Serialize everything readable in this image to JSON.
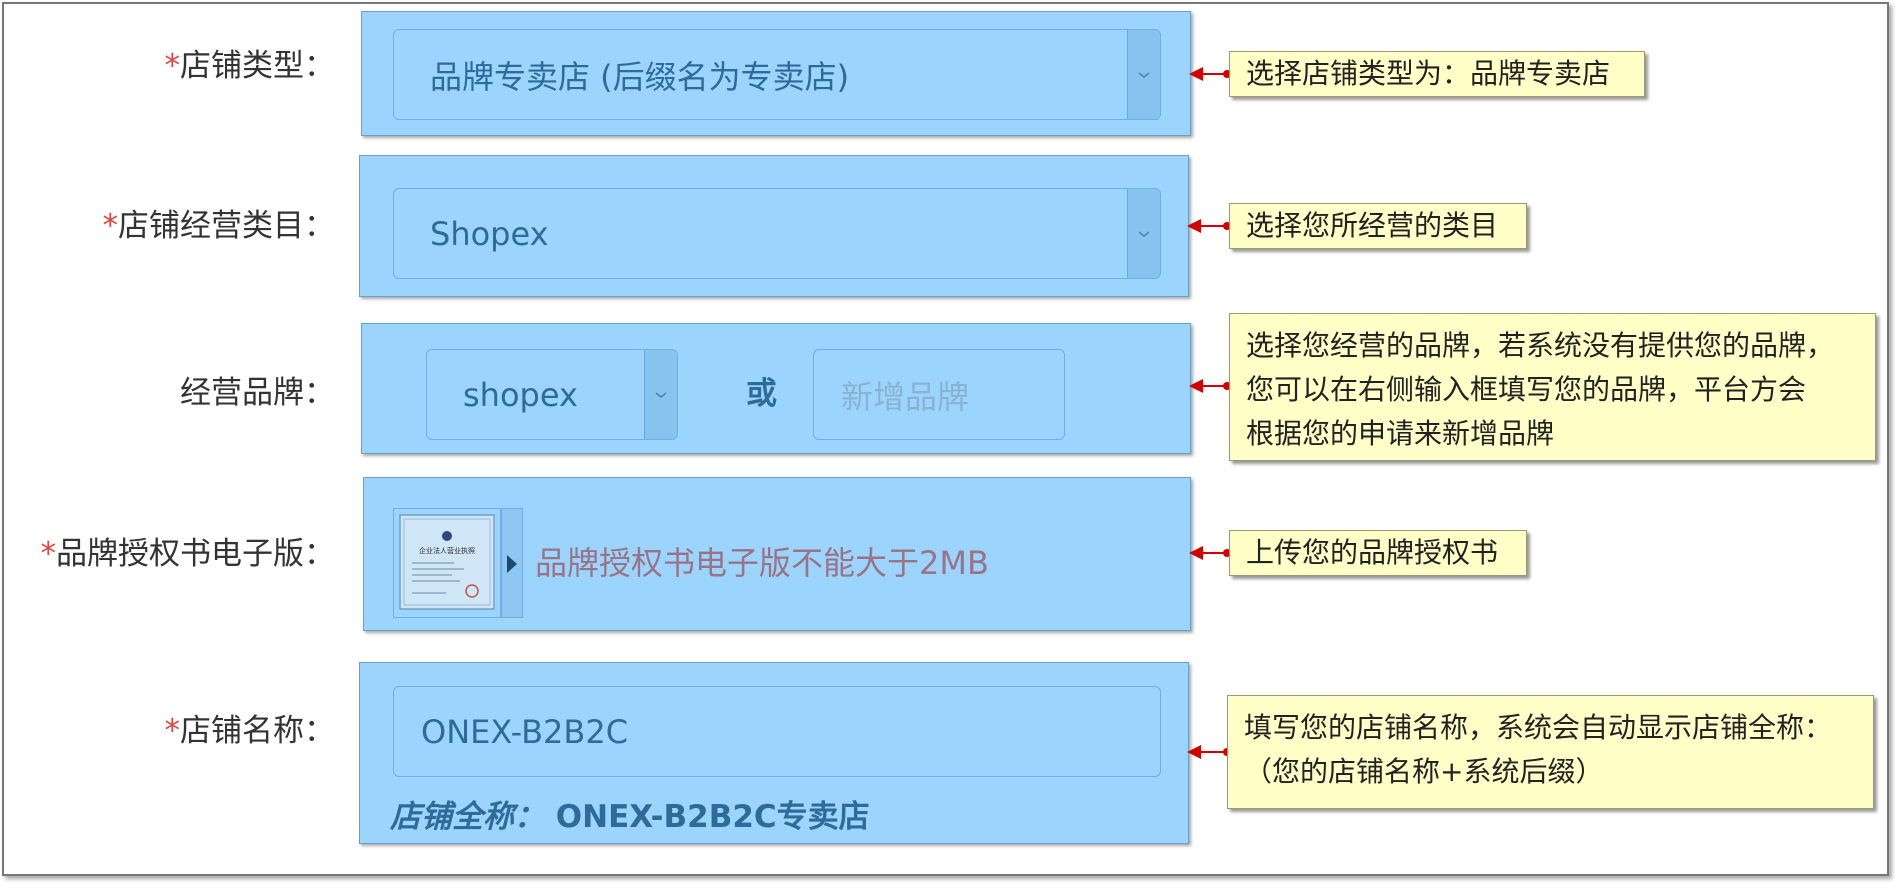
{
  "form": {
    "store_type": {
      "required_mark": "*",
      "label": "店铺类型：",
      "value": "品牌专卖店 (后缀名为专卖店)",
      "tip": "选择店铺类型为：品牌专卖店"
    },
    "category": {
      "required_mark": "*",
      "label": "店铺经营类目：",
      "value": "Shopex",
      "tip": "选择您所经营的类目"
    },
    "brand": {
      "label": "经营品牌：",
      "value": "shopex",
      "or_text": "或",
      "new_brand_placeholder": "新增品牌",
      "tip_lines": [
        "选择您经营的品牌，若系统没有提供您的品牌，",
        "您可以在右侧输入框填写您的品牌，平台方会",
        "根据您的申请来新增品牌"
      ]
    },
    "license": {
      "required_mark": "*",
      "label": "品牌授权书电子版：",
      "hint": "品牌授权书电子版不能大于2MB",
      "tip": "上传您的品牌授权书",
      "thumb_title": "企业法人营业执照"
    },
    "store_name": {
      "required_mark": "*",
      "label": "店铺名称：",
      "value": "ONEX-B2B2C",
      "full_name_key": "店铺全称：",
      "full_name_value": "ONEX-B2B2C专卖店",
      "tip_lines": [
        "填写您的店铺名称，系统会自动显示店铺全称：",
        "（您的店铺名称+系统后缀）"
      ]
    }
  },
  "colors": {
    "panel_bg": "#9bd5fd",
    "callout_bg": "#ffffc8",
    "arrow": "#d40000",
    "required": "#e0463f"
  },
  "icons": {
    "select_arrow": "chevron-down-icon",
    "upload_arrow": "caret-right-icon"
  }
}
